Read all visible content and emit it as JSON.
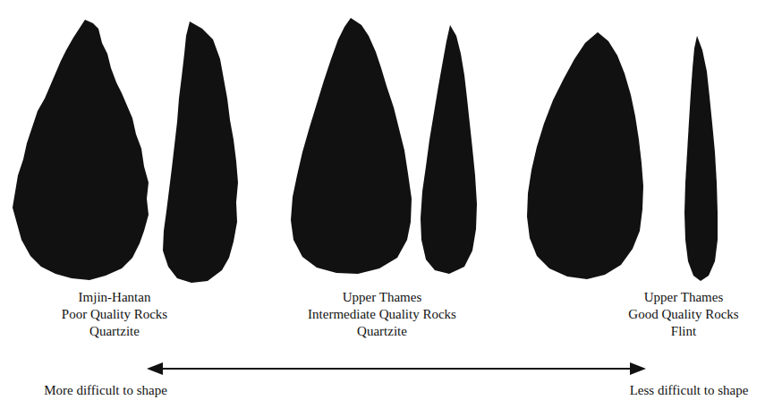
{
  "diagram": {
    "labels": [
      "Imjin-Hantan",
      "Poor Quality Rocks",
      "Quartzite",
      "Upper Thames",
      "Intermediate Quality Rocks",
      "Quartzite",
      "Upper Thames",
      "Good Quality Rocks",
      "Flint",
      "More difficult to shape",
      "Less difficult to shape"
    ]
  }
}
